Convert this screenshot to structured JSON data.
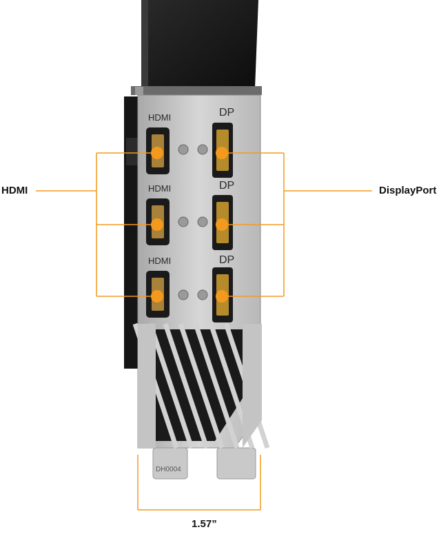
{
  "callouts": {
    "hdmi": "HDMI",
    "displayport": "DisplayPort",
    "width": "1.57”"
  },
  "bracket_markings": {
    "port_labels_left": [
      "HDMI",
      "HDMI",
      "HDMI"
    ],
    "port_labels_right": [
      "DP",
      "DP",
      "DP"
    ],
    "part_code": "DH0004"
  },
  "colors": {
    "accent": "#f39a1e",
    "bracket": "#c4c4c4",
    "heatsink": "#1c1c1c"
  }
}
